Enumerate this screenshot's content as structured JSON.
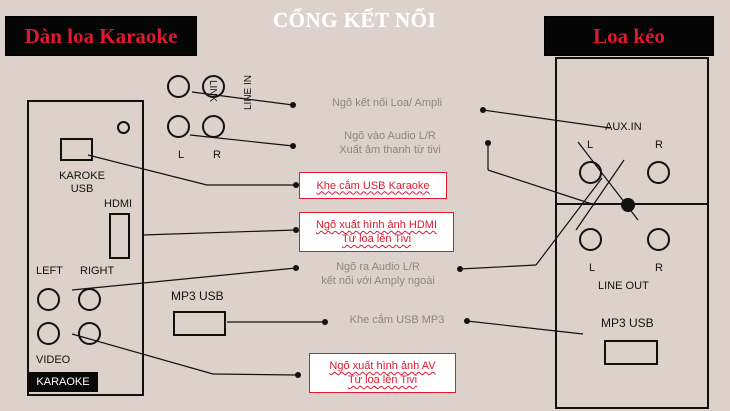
{
  "main_title": "CỔNG KẾT NỐI",
  "left_title": "Dàn loa Karaoke",
  "right_title": "Loa kéo",
  "left_device": {
    "link_label": "LINK",
    "line_in_label": "LINE IN",
    "l_label": "L",
    "r_label": "R",
    "karaoke_usb_label": "KAROKE\nUSB",
    "hdmi_label": "HDMI",
    "left_label": "LEFT",
    "right_label": "RIGHT",
    "video_label": "VIDEO",
    "mp3_usb_label": "MP3 USB",
    "brand_tag": "KARAOKE"
  },
  "right_device": {
    "aux_in_label": "AUX.IN",
    "l_label": "L",
    "r_label": "R",
    "line_out_label": "LINE OUT",
    "mp3_usb_label": "MP3 USB"
  },
  "callouts": {
    "speaker_amp": "Ngõ kết nối Loa/ Ampli",
    "audio_in_line1": "Ngõ vào Audio L/R",
    "audio_in_line2": "Xuất âm thanh từ tivi",
    "usb_karaoke": "Khe cắm USB Karaoke",
    "hdmi_line1": "Ngõ xuất hình ảnh HDMI",
    "hdmi_line2": "Từ loa lên Tivi",
    "audio_out_line1": "Ngõ ra Audio L/R",
    "audio_out_line2": "kết nối với Amply ngoài",
    "usb_mp3": "Khe cắm USB MP3",
    "av_line1": "Ngõ xuất hình ảnh AV",
    "av_line2": "Từ loa lên Tivi"
  },
  "colors": {
    "background": "#dcd2cb",
    "accent_red": "#e01830",
    "title_box": "#050505",
    "callout_gray": "#8a8683"
  }
}
